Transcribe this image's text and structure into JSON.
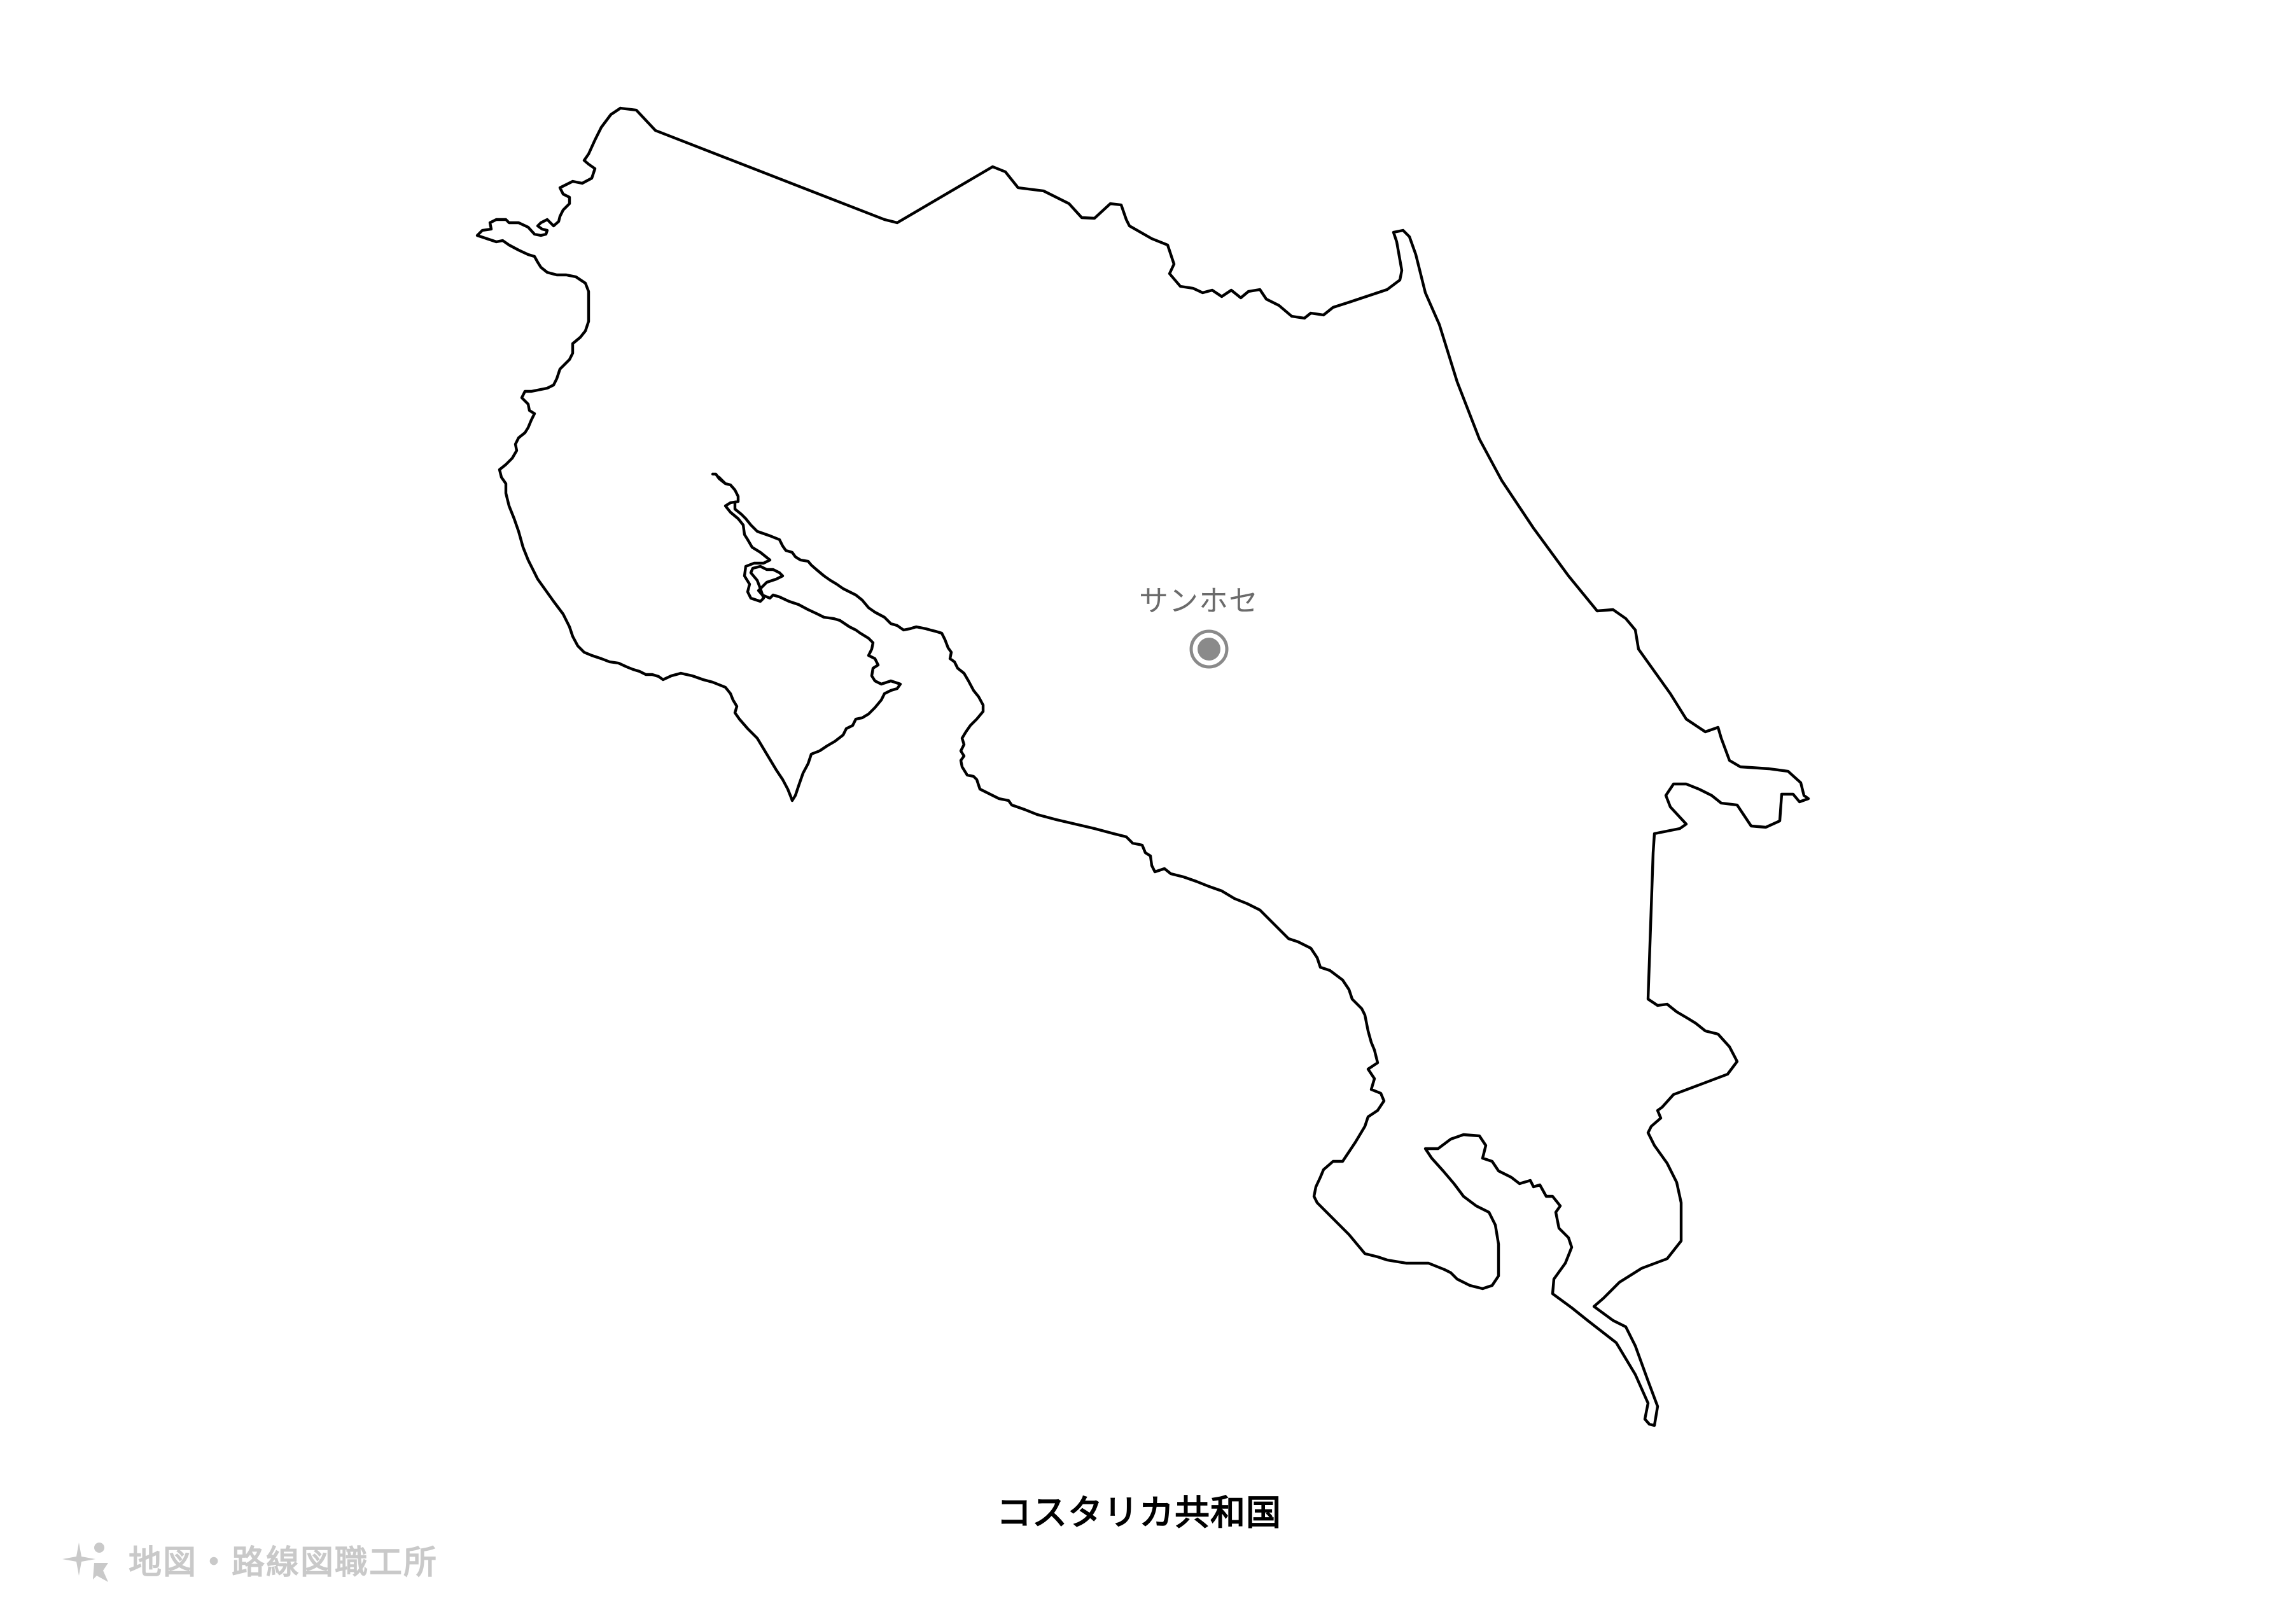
{
  "map": {
    "title": "コスタリカ共和国",
    "capital": {
      "name": "サンホセ",
      "marker_color": "#8a8a8a"
    },
    "outline_color": "#000000",
    "fill_color": "#ffffff"
  },
  "credit": {
    "text": "地図・路線図職工所",
    "logo_icon": "sparkle-logo-icon",
    "color": "#c9c9c9"
  }
}
